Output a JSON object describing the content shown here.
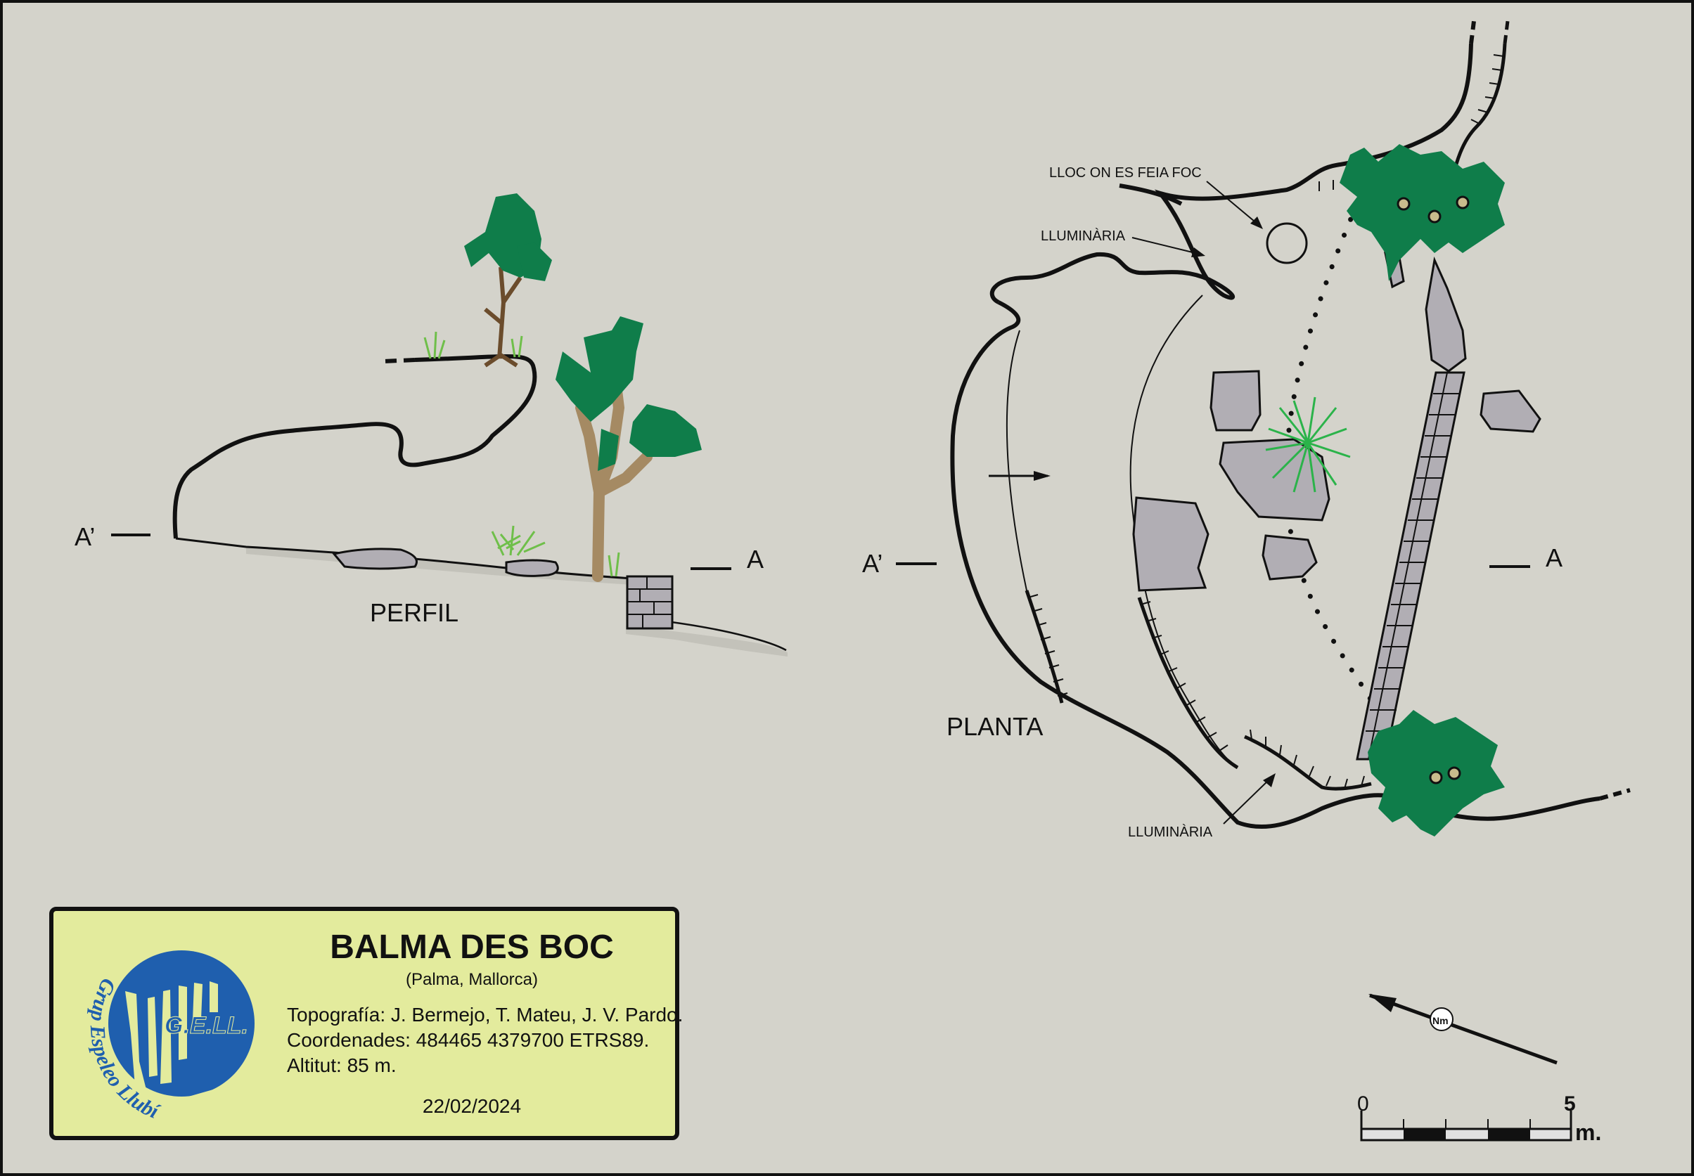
{
  "section_labels": {
    "perfil": "PERFIL",
    "planta": "PLANTA"
  },
  "section_markers": {
    "a": "A",
    "a_prime": "A’"
  },
  "annotations": {
    "lloc_foc": "LLOC ON ES FEIA FOC",
    "lluminaria_top": "LLUMINÀRIA",
    "lluminaria_bottom": "LLUMINÀRIA"
  },
  "north_arrow": {
    "label": "Nm"
  },
  "scale_bar": {
    "start_label": "0",
    "end_label": "5",
    "unit": "m."
  },
  "title_block": {
    "title": "BALMA DES BOC",
    "subtitle": "(Palma, Mallorca)",
    "topography": "Topografía: J. Bermejo, T. Mateu, J. V. Pardo.",
    "coordinates": "Coordenades: 484465 4379700 ETRS89.",
    "altitude": "Altitut: 85 m.",
    "date": "22/02/2024"
  },
  "logo": {
    "acronym": "G.E.LL.",
    "name": "Grup Espeleo Llubí"
  },
  "colors": {
    "background": "#d4d3cb",
    "vegetation": "#0f7d4a",
    "rock": "#b1aeb4",
    "trunk": "#a58a63",
    "panel": "#e3eb9d",
    "logo_blue": "#1f5fae"
  }
}
